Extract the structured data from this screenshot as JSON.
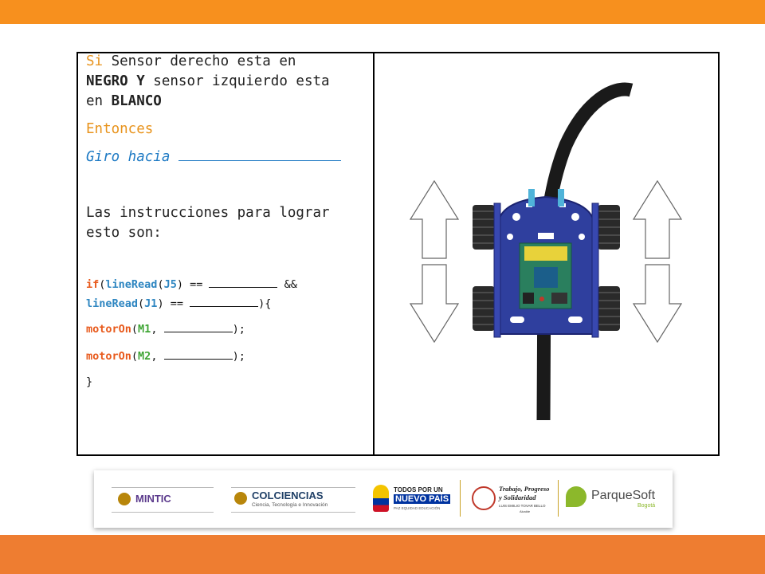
{
  "colors": {
    "header": "#f7901e",
    "footer": "#ee7d31",
    "keyword": "#e8931c",
    "italic_blue": "#1e7ac4"
  },
  "left_panel": {
    "line1_kw": "Si",
    "line1_rest": " Sensor derecho esta en",
    "line2_bold1": "NEGRO Y",
    "line2_rest": " sensor izquierdo esta",
    "line3_pre": "en ",
    "line3_bold": "BLANCO",
    "entonces": "Entonces",
    "giro": "Giro hacia",
    "instr_line1": "Las instrucciones para lograr",
    "instr_line2": "esto son:"
  },
  "code": {
    "if_kw": "if",
    "paren_open": "(",
    "lineRead": "lineRead",
    "j5": "J5",
    "eqeq": ") == ",
    "andand": " &&",
    "lineRead2": "lineRead",
    "j1": "J1",
    "eqeq2": ") == ",
    "close_brace_open": "){",
    "motorOn1": "motorOn",
    "m1": "M1",
    "comma1": ", ",
    "end1": ");",
    "motorOn2": "motorOn",
    "m2": "M2",
    "comma2": ", ",
    "end2": ");",
    "close": "}"
  },
  "logos": {
    "mintic": "MINTIC",
    "colciencias": "COLCIENCIAS",
    "colciencias_sub": "Ciencia, Tecnología e Innovación",
    "todos1": "TODOS POR UN",
    "todos2": "NUEVO PAÍS",
    "todos3": "PAZ  EQUIDAD  EDUCACIÓN",
    "trabajo1": "Trabajo, Progreso",
    "trabajo2": "y Solidaridad",
    "trabajo3": "LUIS EMILIO TOVAR BELLO",
    "trabajo4": "Alcalde",
    "parquesoft": "ParqueSoft",
    "bogota": "Bogotá"
  }
}
